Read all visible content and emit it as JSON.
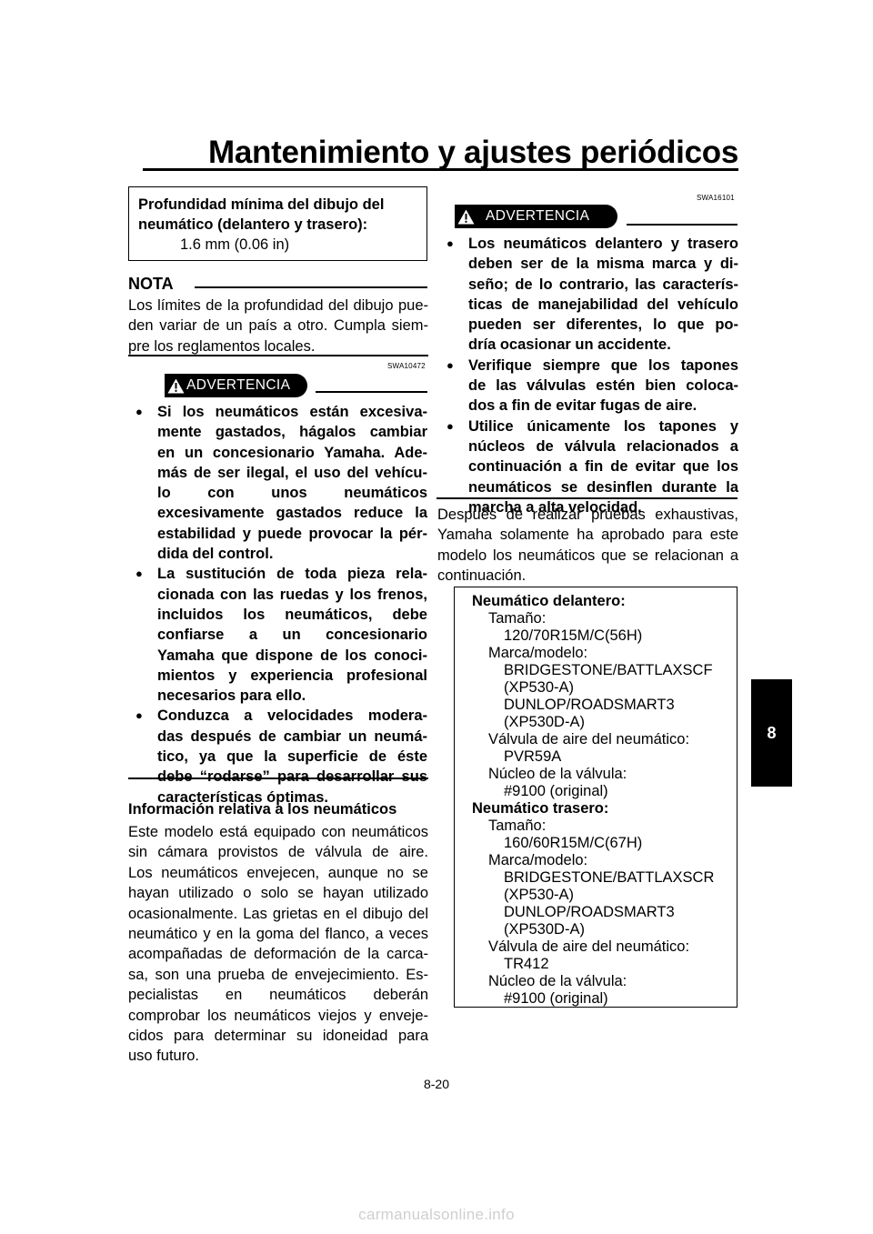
{
  "header": {
    "title": "Mantenimiento y ajustes periódicos"
  },
  "spec_box_top": {
    "label_line1": "Profundidad mínima del dibujo del",
    "label_line2": "neumático (delantero y trasero):",
    "value": "1.6 mm (0.06 in)"
  },
  "nota": {
    "heading": "NOTA",
    "lines": [
      "Los límites de la profundidad del dibujo pue-",
      "den variar de un país a otro. Cumpla siem-",
      "pre los reglamentos locales."
    ]
  },
  "warning_left": {
    "code": "SWA10472",
    "label": "ADVERTENCIA",
    "items": [
      [
        "Si los neumáticos están excesiva-",
        "mente gastados, hágalos cambiar",
        "en un concesionario Yamaha. Ade-",
        "más de ser ilegal, el uso del vehícu-",
        "lo con unos neumáticos",
        "excesivamente gastados reduce la",
        "estabilidad y puede provocar la pér-",
        "dida del control."
      ],
      [
        "La sustitución de toda pieza rela-",
        "cionada con las ruedas y los frenos,",
        "incluidos los neumáticos, debe",
        "confiarse a un concesionario",
        "Yamaha que dispone de los conoci-",
        "mientos y experiencia profesional",
        "necesarios para ello."
      ],
      [
        "Conduzca a velocidades modera-",
        "das después de cambiar un neumá-",
        "tico, ya que la superficie de éste",
        "debe “rodarse” para desarrollar sus",
        "características óptimas."
      ]
    ]
  },
  "tire_info": {
    "heading": "Información relativa a los neumáticos",
    "lines": [
      "Este modelo está equipado con neumáticos",
      "sin cámara provistos de válvula de aire.",
      "Los neumáticos envejecen, aunque no se",
      "hayan utilizado o solo se hayan utilizado",
      "ocasionalmente. Las grietas en el dibujo del",
      "neumático y en la goma del flanco, a veces",
      "acompañadas de deformación de la carca-",
      "sa, son una prueba de envejecimiento. Es-",
      "pecialistas en neumáticos deberán",
      "comprobar los neumáticos viejos y enveje-",
      "cidos para determinar su idoneidad para",
      "uso futuro."
    ]
  },
  "warning_right": {
    "code": "SWA16101",
    "label": "ADVERTENCIA",
    "items": [
      [
        "Los neumáticos delantero y trasero",
        "deben ser de la misma marca y di-",
        "seño; de lo contrario, las caracterís-",
        "ticas de manejabilidad del vehículo",
        "pueden ser diferentes, lo que po-",
        "dría ocasionar un accidente."
      ],
      [
        "Verifique siempre que los tapones",
        "de las válvulas estén bien coloca-",
        "dos a fin de evitar fugas de aire."
      ],
      [
        "Utilice únicamente los tapones y",
        "núcleos de válvula relacionados a",
        "continuación a fin de evitar que los",
        "neumáticos se desinflen durante la",
        "marcha a alta velocidad."
      ]
    ]
  },
  "approval_text": {
    "lines": [
      "Después de realizar pruebas exhaustivas,",
      "Yamaha solamente ha aprobado para este",
      "modelo los neumáticos que se relacionan a",
      "continuación."
    ]
  },
  "tire_spec_box": {
    "lines": [
      {
        "text": "Neumático delantero:",
        "indent": 0,
        "bold": true
      },
      {
        "text": "Tamaño:",
        "indent": 1,
        "bold": false
      },
      {
        "text": "120/70R15M/C(56H)",
        "indent": 2,
        "bold": false
      },
      {
        "text": "Marca/modelo:",
        "indent": 1,
        "bold": false
      },
      {
        "text": "BRIDGESTONE/BATTLAXSCF",
        "indent": 2,
        "bold": false
      },
      {
        "text": "(XP530-A)",
        "indent": 2,
        "bold": false
      },
      {
        "text": "DUNLOP/ROADSMART3",
        "indent": 2,
        "bold": false
      },
      {
        "text": "(XP530D-A)",
        "indent": 2,
        "bold": false
      },
      {
        "text": "Válvula de aire del neumático:",
        "indent": 1,
        "bold": false
      },
      {
        "text": "PVR59A",
        "indent": 2,
        "bold": false
      },
      {
        "text": "Núcleo de la válvula:",
        "indent": 1,
        "bold": false
      },
      {
        "text": "#9100 (original)",
        "indent": 2,
        "bold": false
      },
      {
        "text": "Neumático trasero:",
        "indent": 0,
        "bold": true
      },
      {
        "text": "Tamaño:",
        "indent": 1,
        "bold": false
      },
      {
        "text": "160/60R15M/C(67H)",
        "indent": 2,
        "bold": false
      },
      {
        "text": "Marca/modelo:",
        "indent": 1,
        "bold": false
      },
      {
        "text": "BRIDGESTONE/BATTLAXSCR",
        "indent": 2,
        "bold": false
      },
      {
        "text": "(XP530-A)",
        "indent": 2,
        "bold": false
      },
      {
        "text": "DUNLOP/ROADSMART3",
        "indent": 2,
        "bold": false
      },
      {
        "text": "(XP530D-A)",
        "indent": 2,
        "bold": false
      },
      {
        "text": "Válvula de aire del neumático:",
        "indent": 1,
        "bold": false
      },
      {
        "text": "TR412",
        "indent": 2,
        "bold": false
      },
      {
        "text": "Núcleo de la válvula:",
        "indent": 1,
        "bold": false
      },
      {
        "text": "#9100 (original)",
        "indent": 2,
        "bold": false
      }
    ]
  },
  "chapter_tab": "8",
  "page_number": "8-20",
  "watermark": "carmanualsonline.info",
  "icons": {
    "warning": "warning-triangle-icon",
    "bullet": "filled-circle-bullet"
  }
}
